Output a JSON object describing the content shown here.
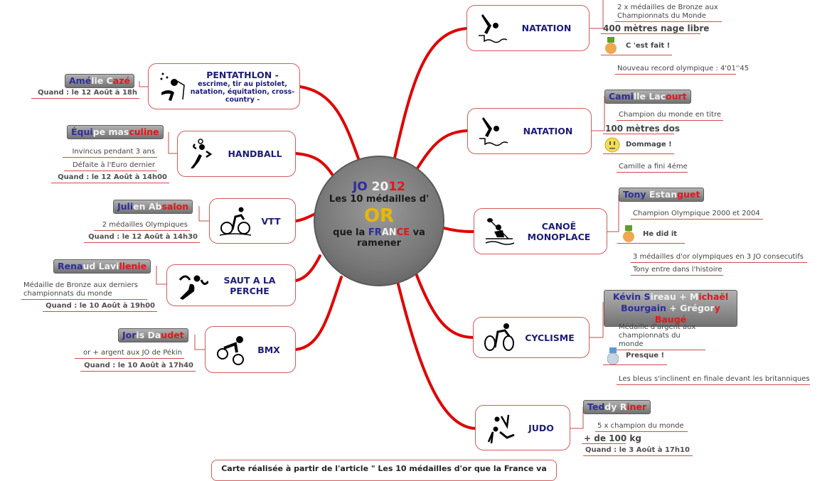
{
  "center": {
    "line1": [
      "JO ",
      "20",
      "12"
    ],
    "line2": "Les 10 médailles d'",
    "line3": "OR",
    "line4": [
      "que la ",
      "FR",
      "AN",
      "CE",
      " va"
    ],
    "line5": "ramener"
  },
  "left": {
    "pentathlon": {
      "title": "PENTATHLON -",
      "subtitle": "escrime, tir au pistolet, natation, équitation, cross-country -",
      "athlete": [
        "Amé",
        "lie C",
        "azé"
      ],
      "when": "Quand : le 12 Août à 18h"
    },
    "handball": {
      "title": "HANDBALL",
      "athlete": [
        "Équi",
        "pe mas",
        "culine"
      ],
      "notes": [
        "Invincus pendant 3 ans",
        "Défaite à l'Euro dernier"
      ],
      "when": "Quand : le 12 Août à 14h00"
    },
    "vtt": {
      "title": "VTT",
      "athlete": [
        "Juli",
        "en Ab",
        "salon"
      ],
      "notes": [
        "2 médailles Olympiques"
      ],
      "when": "Quand : le 12 Août à 14h30"
    },
    "saut": {
      "title": "SAUT A LA PERCHE",
      "athlete": [
        "Rena",
        "ud Lavi",
        "llenie"
      ],
      "notes": [
        "Médaille de Bronze aux derniers championnats du monde"
      ],
      "when": "Quand : le 10 Août à 19h00"
    },
    "bmx": {
      "title": "BMX",
      "athlete": [
        "Jor",
        "is Da",
        "udet"
      ],
      "notes": [
        "or + argent aux JO de Pékin"
      ],
      "when": "Quand : le 10 Août à 17h40"
    }
  },
  "right": {
    "natation1": {
      "title": "NATATION",
      "notes_top": "2 x médailles de Bronze aux Championnats du Monde",
      "event": "400 mètres nage libre",
      "status": "C 'est fait !",
      "result": "Nouveau record olympique : 4'01''45"
    },
    "natation2": {
      "title": "NATATION",
      "athlete": [
        "Cami",
        "lle Lac",
        "ourt"
      ],
      "notes": [
        "Champion du monde en titre"
      ],
      "event": "100 mètres dos",
      "status": "Dommage !",
      "result": "Camille a fini 4éme"
    },
    "canoe": {
      "title": "CANOË MONOPLACE",
      "athlete": [
        "Tony",
        " Estan",
        "guet"
      ],
      "notes": [
        "Champion Olympique 2000 et 2004"
      ],
      "status": "He did it",
      "results": [
        "3 médailles d'or olympiques en 3 JO consecutifs",
        "Tony entre dans l'histoire"
      ]
    },
    "cyclisme": {
      "title": "CYCLISME",
      "athlete": [
        "Kévin S",
        "ireau + M",
        "ichaël",
        "Bourgain",
        " + Grégor",
        "y Baugé"
      ],
      "notes": [
        "Médaille d'argent aux championnats du monde"
      ],
      "status": "Presque !",
      "result": "Les bleus s'inclinent en finale devant les britanniques"
    },
    "judo": {
      "title": "JUDO",
      "athlete": [
        "Ted",
        "dy R",
        "iner"
      ],
      "notes": [
        "5 x champion du monde"
      ],
      "event": "+ de 100 kg",
      "when": "Quand : le 3 Août à 17h10"
    }
  },
  "footer": "Carte réalisée à partir de l'article \" Les 10 médailles d'or que la France va",
  "colors": {
    "link": "#e00000",
    "blue": "#2d2d9c",
    "red": "#e3161c",
    "gold": "#e8b800",
    "node_text": "#1c1c78"
  },
  "icons": {
    "gold_medal": "gold-medal-icon",
    "silver_medal": "silver-medal-icon",
    "smiley": "neutral-face-icon"
  }
}
